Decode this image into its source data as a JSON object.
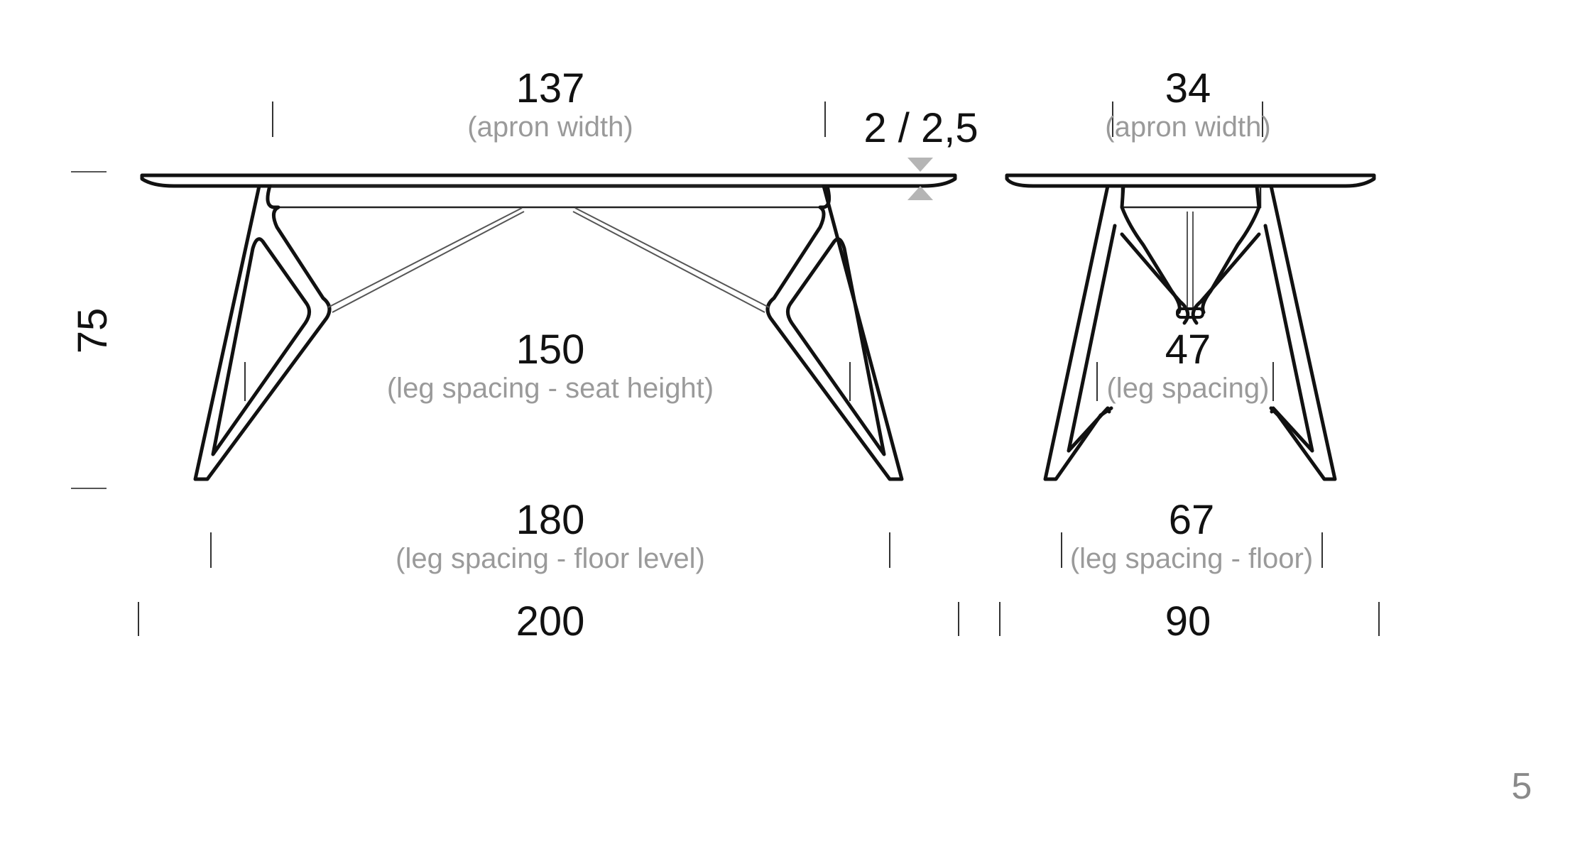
{
  "front_view": {
    "apron_width": {
      "value": "137",
      "caption": "(apron width)"
    },
    "top_thickness": {
      "value": "2 / 2,5"
    },
    "height": {
      "value": "75"
    },
    "leg_spacing_seat": {
      "value": "150",
      "caption": "(leg spacing - seat height)"
    },
    "leg_spacing_floor": {
      "value": "180",
      "caption": "(leg spacing - floor level)"
    },
    "length": {
      "value": "200"
    }
  },
  "side_view": {
    "apron_width": {
      "value": "34",
      "caption": "(apron width)"
    },
    "leg_spacing": {
      "value": "47",
      "caption": "(leg spacing)"
    },
    "leg_spacing_floor": {
      "value": "67",
      "caption": "(leg spacing - floor)"
    },
    "width": {
      "value": "90"
    }
  },
  "page_number": "5",
  "colors": {
    "line": "#111111",
    "caption": "#9a9a9a",
    "marker": "#b5b5b5"
  }
}
